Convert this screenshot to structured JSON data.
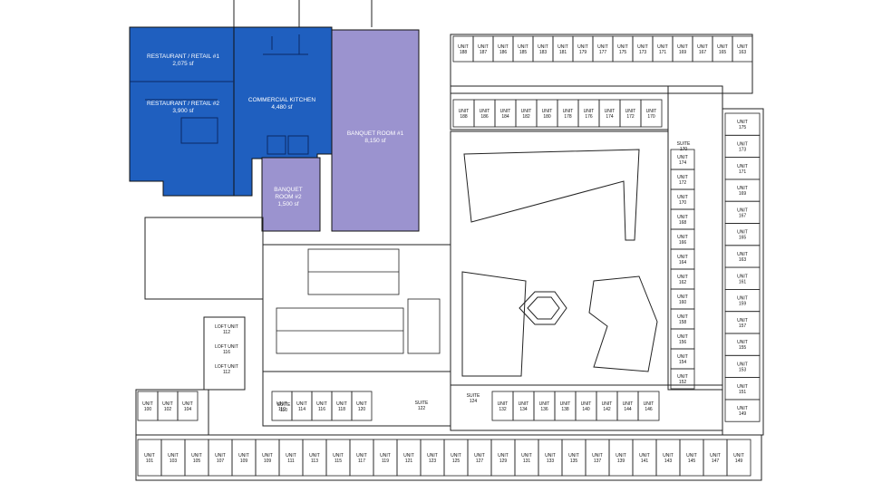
{
  "areas": {
    "retail1": {
      "name": "RESTAURANT / RETAIL #1",
      "size": "2,075 sf"
    },
    "retail2": {
      "name": "RESTAURANT / RETAIL #2",
      "size": "3,900 sf"
    },
    "kitchen": {
      "name": "COMMERCIAL KITCHEN",
      "size": "4,480 sf"
    },
    "banquet1": {
      "name": "BANQUET ROOM #1",
      "size": "8,150 sf"
    },
    "banquet2": {
      "name1": "BANQUET",
      "name2": "ROOM #2",
      "size": "1,500 sf"
    }
  },
  "colors": {
    "retail": "#1f5fbf",
    "banquet": "#9b93cf",
    "line": "#222222"
  },
  "unit_word": "UNIT",
  "suite_word": "SUITE",
  "loft_word": "LOFT UNIT",
  "rows": {
    "top1": [
      "188",
      "187",
      "186",
      "185",
      "183",
      "181",
      "179",
      "177",
      "175",
      "173",
      "171",
      "169",
      "167",
      "165",
      "163"
    ],
    "top2": [
      "188",
      "186",
      "184",
      "182",
      "180",
      "178",
      "176",
      "174",
      "172",
      "170"
    ],
    "right_inner": [
      "174",
      "172",
      "170",
      "168",
      "166",
      "164",
      "162",
      "160",
      "158",
      "156",
      "154",
      "152"
    ],
    "right_outer": [
      "175",
      "173",
      "171",
      "169",
      "167",
      "165",
      "163",
      "161",
      "159",
      "157",
      "155",
      "153",
      "151",
      "149"
    ],
    "mid_left": [
      "110",
      "114",
      "116",
      "118",
      "120"
    ],
    "mid_right": [
      "132",
      "134",
      "136",
      "138",
      "140",
      "142",
      "144",
      "146"
    ],
    "left_small": [
      "100",
      "102",
      "104"
    ],
    "bottom": [
      "101",
      "103",
      "105",
      "107",
      "109",
      "109",
      "111",
      "113",
      "115",
      "117",
      "119",
      "121",
      "123",
      "125",
      "127",
      "129",
      "131",
      "133",
      "135",
      "137",
      "139",
      "141",
      "143",
      "145",
      "147",
      "149"
    ]
  },
  "suites": {
    "s1": "170",
    "s2": "122",
    "s3": "124",
    "s4": "110"
  },
  "lofts": [
    "112",
    "116",
    "112"
  ]
}
